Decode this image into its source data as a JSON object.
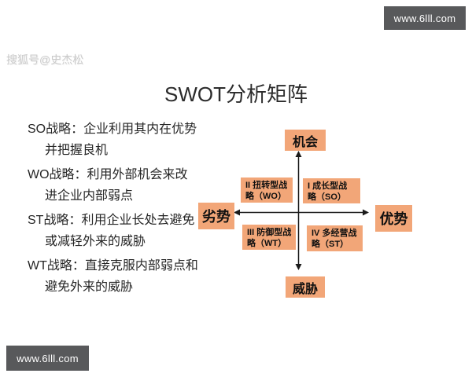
{
  "watermarks": {
    "top_bar": "www.6lll.com",
    "bottom_bar": "www.6lll.com",
    "sohu": "搜狐号@史杰松"
  },
  "title": "SWOT分析矩阵",
  "strategies": [
    {
      "line1": "SO战略：企业利用其内在优势",
      "line2": "并把握良机"
    },
    {
      "line1": "WO战略：利用外部机会来改",
      "line2": "进企业内部弱点"
    },
    {
      "line1": "ST战略：利用企业长处去避免",
      "line2": "或减轻外来的威胁"
    },
    {
      "line1": "WT战略：直接克服内部弱点和",
      "line2": "避免外来的威胁"
    }
  ],
  "matrix": {
    "axis_labels": {
      "top": "机会",
      "bottom": "威胁",
      "left": "劣势",
      "right": "优势"
    },
    "quadrants": [
      {
        "numeral": "I",
        "line1": "I 成长型战",
        "line2": "略（SO）"
      },
      {
        "numeral": "II",
        "line1": "II 扭转型战",
        "line2": "略（WO）"
      },
      {
        "numeral": "III",
        "line1": "III 防御型战",
        "line2": "略（WT）"
      },
      {
        "numeral": "IV",
        "line1": "IV 多经营战",
        "line2": "略（ST）"
      }
    ]
  },
  "colors": {
    "box_fill": "#f2a678",
    "bar_background": "#58595b",
    "bar_text": "#ffffff",
    "axis_line": "#1a1a1a",
    "body_text": "#262626",
    "watermark_gray": "#cbcbcb"
  }
}
